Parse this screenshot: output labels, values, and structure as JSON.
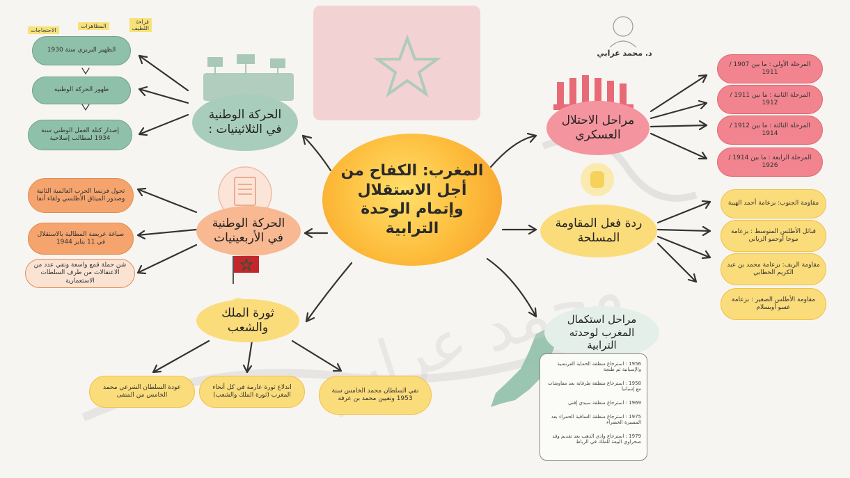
{
  "center": {
    "title": "المغرب: الكفاح من أجل الاستقلال وإتمام الوحدة الترابية"
  },
  "author": "د. محمد عرابي",
  "watermark": "محمد عرابي",
  "branches": {
    "thirties": "الحركة الوطنية في الثلاثينيات :",
    "forties": "الحركة الوطنية في الأربعينيات",
    "revolution": "ثورة الملك والشعب",
    "occupation": "مراحل الاحتلال العسكري",
    "resistance": "ردة فعل المقاومة المسلحة",
    "completion": "مراحل استكمال المغرب لوحدته الترابية"
  },
  "thirties_items": [
    "الظهير البربري سنة 1930",
    "ظهور الحركة الوطنية",
    "إصدار كتلة العمل الوطني سنة 1934 لمطالب إصلاحية"
  ],
  "thirties_tags": [
    "الاحتجاجات",
    "المظاهرات",
    "قراءة اللطيف"
  ],
  "forties_items": [
    "تحول فرنسا الحرب العالمية الثانية وصدور الميثاق الأطلسي ولقاء أنفا",
    "صياغة عريضة المطالبة بالاستقلال في 11 يناير 1944",
    "شن حملة قمع واسعة ونفي عدد من الاعتقالات من طرف السلطات الاستعمارية"
  ],
  "occupation_items": [
    "المرحلة الأولى : ما بين 1907 / 1911",
    "المرحلة الثانية : ما بين 1911 / 1912",
    "المرحلة الثالثة : ما بين 1912 / 1914",
    "المرحلة الرابعة : ما بين 1914 / 1926"
  ],
  "resistance_items": [
    "مقاومة الجنوب: بزعامة أحمد الهيبة",
    "قبائل الأطلس المتوسط : بزعامة موحا أوحمو الزياني",
    "مقاومة الريف: بزعامة محمد بن عبد الكريم الخطابي",
    "مقاومة الأطلس الصغير : بزعامة عسو أوبسلام"
  ],
  "revolution_items": [
    "عودة السلطان الشرعي محمد الخامس من المنفى",
    "اندلاع ثورة عارمة في كل أنحاء المغرب (ثورة الملك والشعب)",
    "نفي السلطان محمد الخامس سنة 1953 وتعيين محمد بن عرفة"
  ],
  "completion_items": [
    "1956 : استرجاع منطقة الحماية الفرنسية والإسبانية ثم طنجة",
    "1958 : استرجاع منطقة طرفاية بعد مفاوضات مع إسبانيا",
    "1969 : استرجاع منطقة سيدي إفني",
    "1975 : استرجاع منطقة الساقية الحمراء بعد المسيرة الخضراء",
    "1979 : استرجاع وادي الذهب بعد تقديم وفد صحراوي البيعة للملك في الرباط"
  ],
  "colors": {
    "green": "#8fc0aa",
    "orange": "#f5a46e",
    "red": "#f1848e",
    "yellow": "#fbdc7a",
    "center": "#fdbb3a",
    "flag_red": "#c1272d",
    "flag_green": "#006233"
  },
  "icons": [
    "protest-crowd-icon",
    "document-icon",
    "morocco-flag-icon",
    "crown-icon",
    "soldiers-icon",
    "fist-icon",
    "morocco-map-icon",
    "author-portrait-icon"
  ]
}
